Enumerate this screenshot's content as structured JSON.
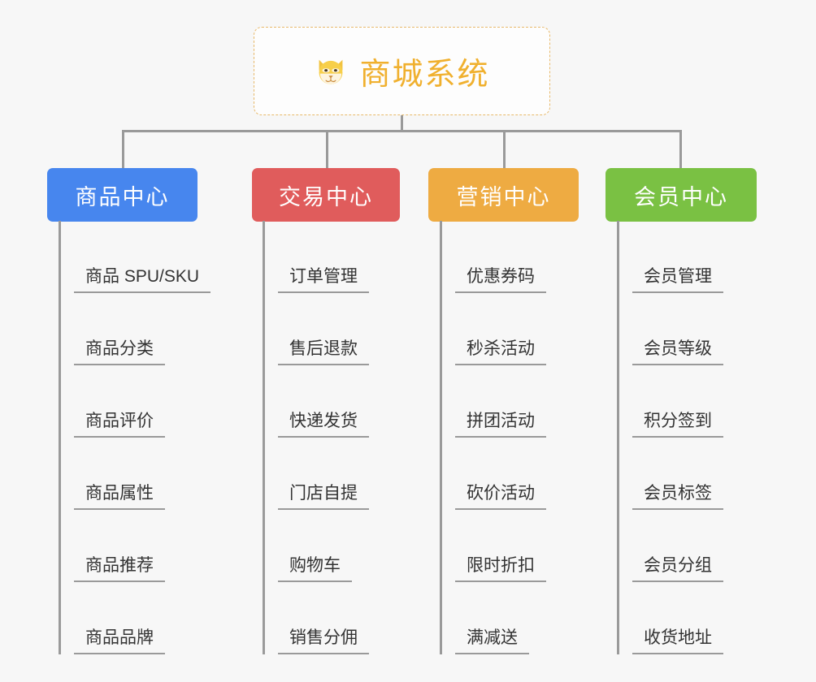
{
  "diagram": {
    "type": "mindmap",
    "background_color": "#f7f7f7",
    "line_color": "#9a9a9a"
  },
  "root": {
    "title": "商城系统",
    "icon": "shiba-dog-face-emoji",
    "text_color": "#f0b02e",
    "border_color": "#e8b96a",
    "background_color": "#fdfdfd"
  },
  "branches": [
    {
      "label": "商品中心",
      "color": "#4786ee",
      "items": [
        "商品 SPU/SKU",
        "商品分类",
        "商品评价",
        "商品属性",
        "商品推荐",
        "商品品牌"
      ]
    },
    {
      "label": "交易中心",
      "color": "#e05c5c",
      "items": [
        "订单管理",
        "售后退款",
        "快递发货",
        "门店自提",
        "购物车",
        "销售分佣"
      ]
    },
    {
      "label": "营销中心",
      "color": "#eeab42",
      "items": [
        "优惠券码",
        "秒杀活动",
        "拼团活动",
        "砍价活动",
        "限时折扣",
        "满减送"
      ]
    },
    {
      "label": "会员中心",
      "color": "#7ac143",
      "items": [
        "会员管理",
        "会员等级",
        "积分签到",
        "会员标签",
        "会员分组",
        "收货地址"
      ]
    }
  ]
}
